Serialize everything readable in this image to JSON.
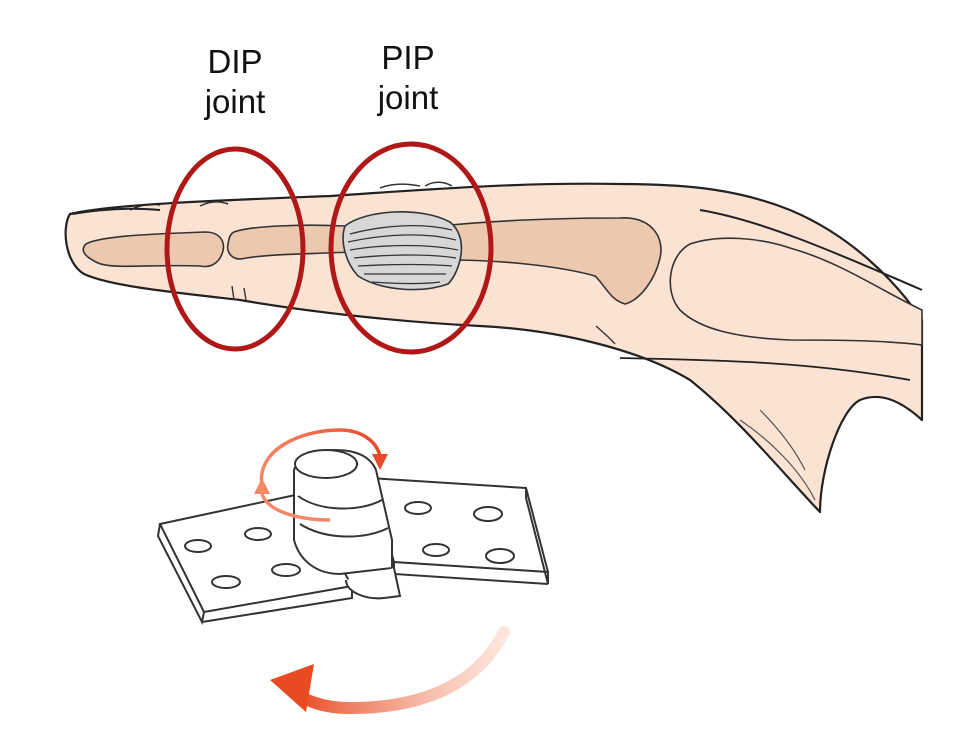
{
  "labels": {
    "dip": {
      "line1": "DIP",
      "line2": "joint"
    },
    "pip": {
      "line1": "PIP",
      "line2": "joint"
    }
  },
  "colors": {
    "skin": "#fbe3d4",
    "bone": "#ecc9ae",
    "outline": "#222222",
    "ring": "#b01818",
    "arrow": "#ee5a30",
    "tissue": "#d7d7d7"
  },
  "icons": [
    "finger-illustration",
    "hinge-illustration",
    "rotation-arrow",
    "swing-arrow"
  ]
}
